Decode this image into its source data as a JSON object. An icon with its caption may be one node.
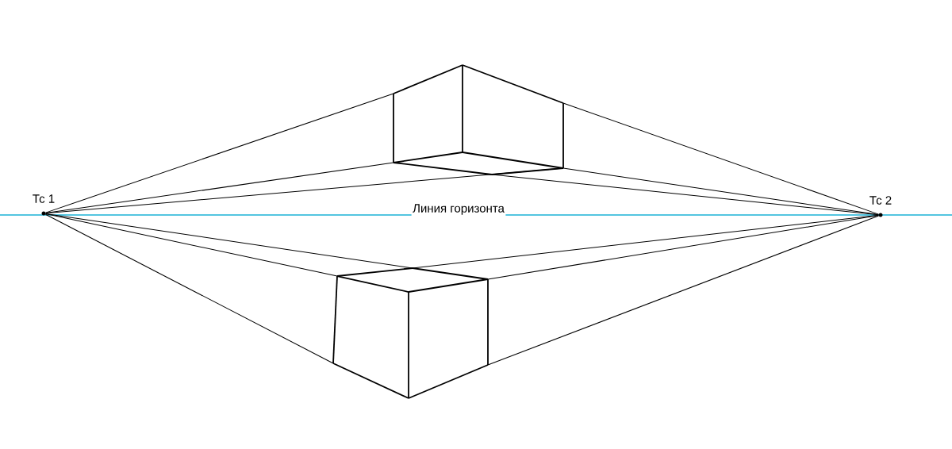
{
  "diagram": {
    "nodes": [
      {
        "text": [
          "Тс 1"
        ]
      },
      {
        "text": [
          "Тс 2"
        ]
      },
      {
        "text": [],
        "shape": "box"
      },
      {
        "text": [],
        "shape": "box"
      }
    ],
    "edges": [
      {
        "from": 0,
        "to": 2,
        "arrow": "none"
      },
      {
        "from": 0,
        "to": 2,
        "arrow": "none"
      },
      {
        "from": 0,
        "to": 2,
        "arrow": "none"
      },
      {
        "from": 1,
        "to": 2,
        "arrow": "none"
      },
      {
        "from": 1,
        "to": 2,
        "arrow": "none"
      },
      {
        "from": 1,
        "to": 2,
        "arrow": "none"
      },
      {
        "from": 0,
        "to": 3,
        "arrow": "none"
      },
      {
        "from": 0,
        "to": 3,
        "arrow": "none"
      },
      {
        "from": 0,
        "to": 3,
        "arrow": "none"
      },
      {
        "from": 1,
        "to": 3,
        "arrow": "none"
      },
      {
        "from": 1,
        "to": 3,
        "arrow": "none"
      },
      {
        "from": 1,
        "to": 3,
        "arrow": "none"
      }
    ],
    "labels": [
      "Линия горизонта"
    ]
  }
}
